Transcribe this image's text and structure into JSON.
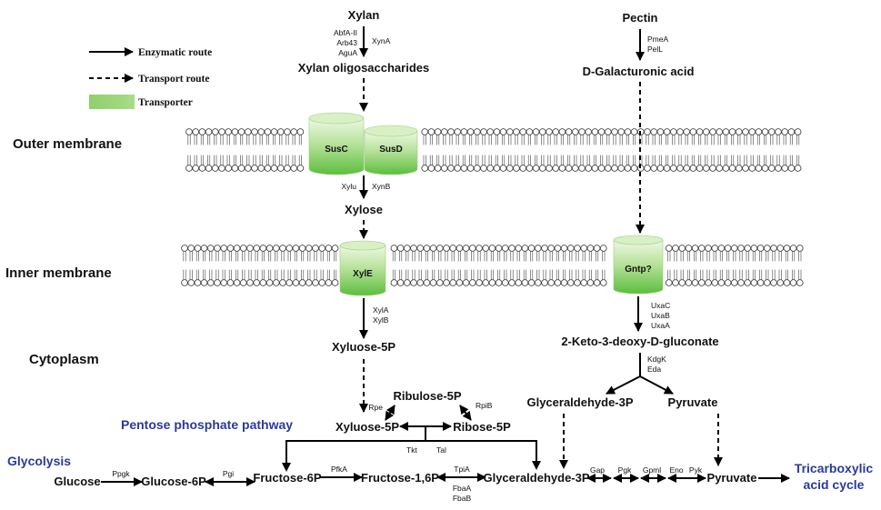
{
  "legend": {
    "enzymatic": "Enzymatic route",
    "transport": "Transport route",
    "transporter": "Transporter"
  },
  "sections": {
    "outer": "Outer membrane",
    "inner": "Inner membrane",
    "cytoplasm": "Cytoplasm",
    "ppp": "Pentose phosphate pathway",
    "glycolysis": "Glycolysis",
    "tca_1": "Tricarboxylic",
    "tca_2": "acid cycle"
  },
  "transporters": {
    "susc": "SusC",
    "susd": "SusD",
    "xyle": "XylE",
    "gntp": "Gntp?"
  },
  "metabolites": {
    "xylan": "Xylan",
    "xylan_oligo": "Xylan oligosaccharides",
    "xylose": "Xylose",
    "xylulose5p": "Xyluose-5P",
    "pectin": "Pectin",
    "galacturonic": "D-Galacturonic acid",
    "kdg": "2-Keto-3-deoxy-D-gluconate",
    "g3p_top": "Glyceraldehyde-3P",
    "pyruvate_top": "Pyruvate",
    "ribulose5p": "Ribulose-5P",
    "xyluose5p_ppp": "Xyluose-5P",
    "ribose5p": "Ribose-5P",
    "glucose": "Glucose",
    "glucose6p": "Glucose-6P",
    "fructose6p": "Fructose-6P",
    "fructose16p": "Fructose-1,6P",
    "g3p_bottom": "Glyceraldehyde-3P",
    "pyruvate_bottom": "Pyruvate"
  },
  "enzymes": {
    "abfa": "AbfA-II",
    "arb43": "Arb43",
    "agua": "AguA",
    "xyna": "XynA",
    "xylu": "Xylu",
    "xynb": "XynB",
    "xyla": "XylA",
    "xylb": "XylB",
    "pmea": "PmeA",
    "pell": "PelL",
    "uxac": "UxaC",
    "uxab": "UxaB",
    "uxaa": "UxaA",
    "kdgk": "KdgK",
    "eda": "Eda",
    "rpe": "Rpe",
    "rpib": "RpiB",
    "tkt": "Tkt",
    "tal": "Tal",
    "ppgk": "Ppgk",
    "pgi": "Pgi",
    "pfka": "PfkA",
    "tpia": "TpiA",
    "fbaa": "FbaA",
    "fbab": "FbaB",
    "gap": "Gap",
    "pgk": "Pgk",
    "gpml": "Gpml",
    "eno": "Eno",
    "pyk": "Pyk"
  },
  "colors": {
    "transporter_light": "#e6f5d6",
    "transporter_dark": "#5cbe3e",
    "pathway_label": "#2b3a9a",
    "lipid_head": "#ffffff",
    "line": "#000000"
  }
}
